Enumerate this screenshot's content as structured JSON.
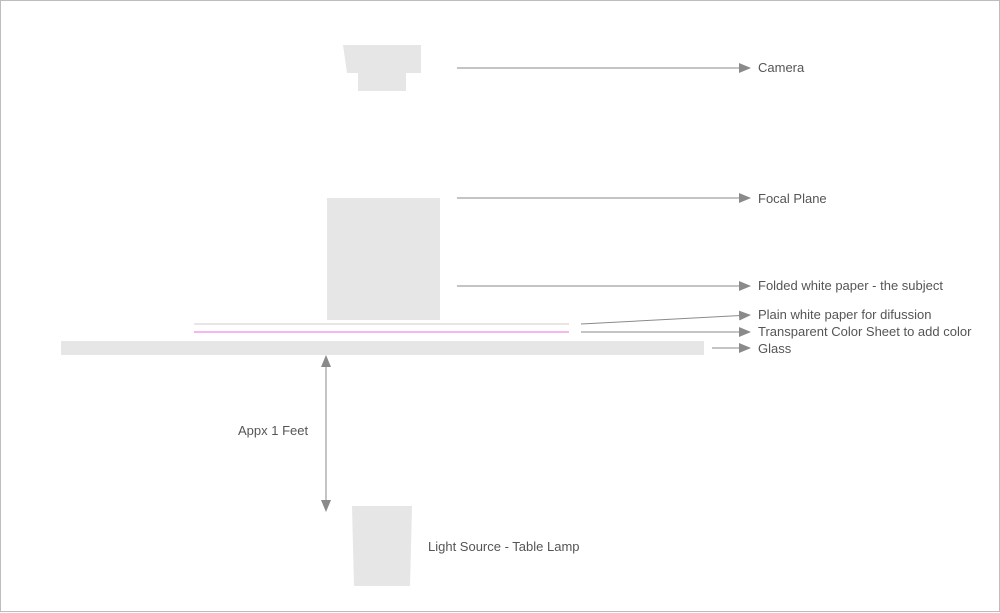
{
  "labels": {
    "camera": "Camera",
    "focal_plane": "Focal Plane",
    "subject": "Folded white paper - the subject",
    "diffusion": "Plain white paper for difussion",
    "color_sheet": "Transparent Color Sheet to add color",
    "glass": "Glass",
    "distance": "Appx 1 Feet",
    "light_source": "Light Source - Table Lamp"
  },
  "colors": {
    "shape_fill": "#e6e6e6",
    "arrow": "#8a8a8a",
    "color_sheet_line": "#f08ae6",
    "diffusion_line": "#e0d2d2",
    "text": "#555555"
  }
}
